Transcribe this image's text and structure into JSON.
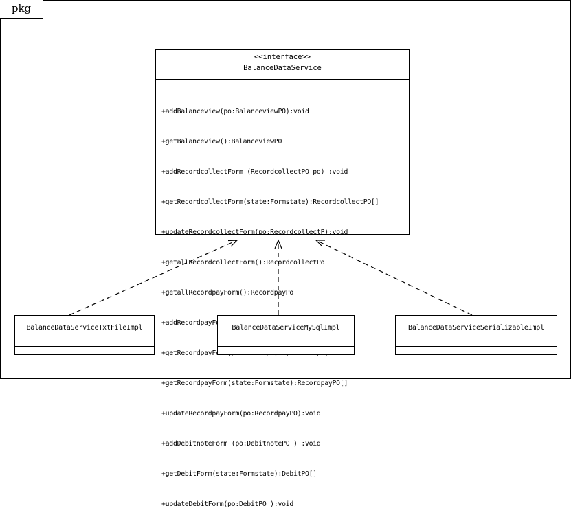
{
  "package": {
    "label": "pkg"
  },
  "interface": {
    "stereotype": "<<interface>>",
    "name": "BalanceDataService",
    "operations": [
      "+addBalanceview(po:BalanceviewPO):void",
      "+getBalanceview():BalanceviewPO",
      "+addRecordcollectForm (RecordcollectPO po) :void",
      "+getRecordcollectForm(state:Formstate):RecordcollectPO[]",
      "+updateRecordcollectForm(po:RecordcollectP):void",
      "+getallRecordcollectForm():RecordcollectPo",
      "+getallRecordpayForm():RecordpayPo",
      "+addRecordpayForm (po:RecordpayPO ) :void",
      "+getRecordpayForm(po:RecordpayPO):RecordpayPO",
      "+getRecordpayForm(state:Formstate):RecordpayPO[]",
      "+updateRecordpayForm(po:RecordpayPO):void",
      "+addDebitnoteForm (po:DebitnotePO ) :void",
      "+getDebitForm(state:Formstate):DebitPO[]",
      "+updateDebitForm(po:DebitPO ):void"
    ]
  },
  "implementations": [
    {
      "name": "BalanceDataServiceTxtFileImpl"
    },
    {
      "name": "BalanceDataServiceMySqlImpl"
    },
    {
      "name": "BalanceDataServiceSerializableImpl"
    }
  ]
}
